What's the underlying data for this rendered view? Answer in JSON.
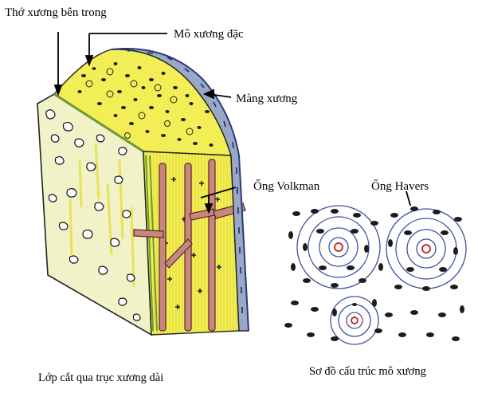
{
  "labels": {
    "spongy_bone": "Thớ xương bên trong",
    "compact_bone": "Mô xương đặc",
    "periosteum": "Màng xương",
    "volkmann_canal": "Ống Volkman",
    "haversian_canal": "Ống Havers"
  },
  "captions": {
    "left": "Lớp cắt qua trục xương dài",
    "right": "Sơ đồ cấu trúc mô xương"
  },
  "colors": {
    "spongy_fill": "#f2f2c8",
    "compact_yellow": "#f3ee55",
    "canal_pink": "#c9857f",
    "periosteum_blue": "#5566aa",
    "osteocyte_dark": "#1c1c1c",
    "lamella_blue": "#3f4fa0"
  }
}
